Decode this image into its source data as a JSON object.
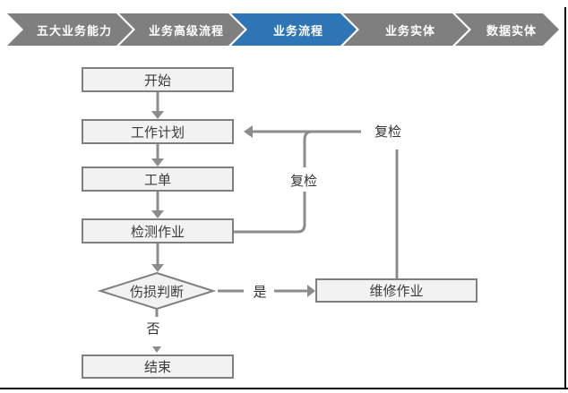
{
  "nav": {
    "items": [
      {
        "label": "五大业务能力",
        "active": false
      },
      {
        "label": "业务高级流程",
        "active": false
      },
      {
        "label": "业务流程",
        "active": true
      },
      {
        "label": "业务实体",
        "active": false
      },
      {
        "label": "数据实体",
        "active": false
      }
    ],
    "active_color": "#2E75B6",
    "inactive_color": "#7F7F7F"
  },
  "flowchart": {
    "nodes": [
      {
        "id": "start",
        "label": "开始",
        "type": "process"
      },
      {
        "id": "work-plan",
        "label": "工作计划",
        "type": "process"
      },
      {
        "id": "work-order",
        "label": "工单",
        "type": "process"
      },
      {
        "id": "inspection",
        "label": "检测作业",
        "type": "process"
      },
      {
        "id": "damage-decision",
        "label": "伤损判断",
        "type": "decision"
      },
      {
        "id": "repair",
        "label": "维修作业",
        "type": "process"
      },
      {
        "id": "end",
        "label": "结束",
        "type": "process"
      }
    ],
    "edges": [
      {
        "from": "start",
        "to": "work-plan",
        "label": ""
      },
      {
        "from": "work-plan",
        "to": "work-order",
        "label": ""
      },
      {
        "from": "work-order",
        "to": "inspection",
        "label": ""
      },
      {
        "from": "inspection",
        "to": "damage-decision",
        "label": ""
      },
      {
        "from": "damage-decision",
        "to": "repair",
        "label": "是"
      },
      {
        "from": "damage-decision",
        "to": "end",
        "label": "否"
      },
      {
        "from": "inspection",
        "to": "work-plan",
        "label": "复检"
      },
      {
        "from": "repair",
        "to": "work-plan",
        "label": "复检"
      }
    ],
    "labels": {
      "yes": "是",
      "no": "否",
      "recheck_from_repair": "复检",
      "recheck_from_inspection": "复检"
    },
    "colors": {
      "node_fill": "#F2F2F2",
      "node_border": "#7F7F7F",
      "connector": "#8C8C8C",
      "text": "#3B3B3B"
    }
  }
}
